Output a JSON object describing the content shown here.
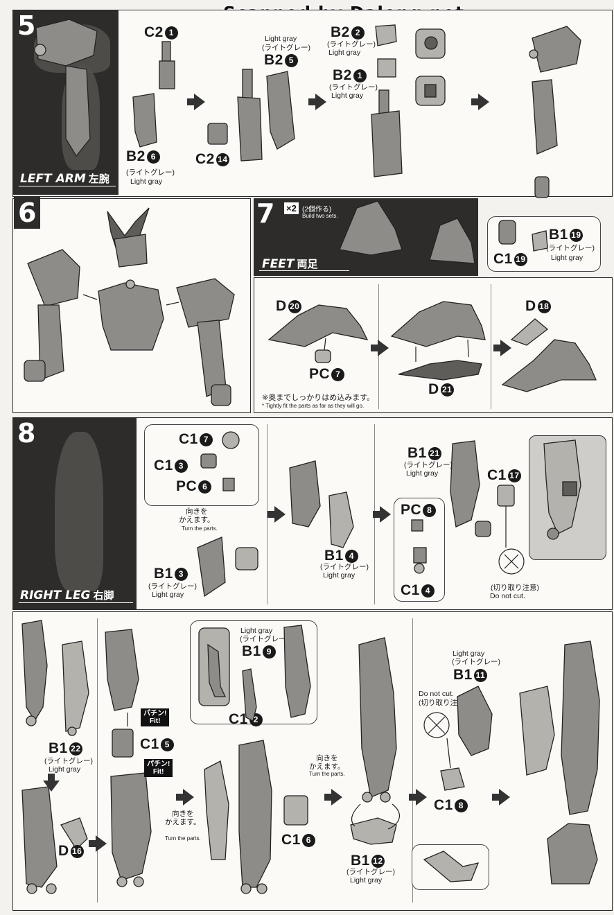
{
  "watermark": "Scanned by Dalong.net",
  "step5": {
    "number": "5",
    "label_en": "LEFT ARM",
    "label_jp": "左腕",
    "parts": {
      "c2_1": {
        "code": "C2",
        "num": "1"
      },
      "b2_6": {
        "code": "B2",
        "num": "6",
        "jp": "(ライトグレー)",
        "en": "Light gray"
      },
      "b2_5": {
        "code": "B2",
        "num": "5",
        "en": "Light gray",
        "jp": "(ライトグレー)"
      },
      "c2_14": {
        "code": "C2",
        "num": "14"
      },
      "b2_2": {
        "code": "B2",
        "num": "2",
        "jp": "(ライトグレー)",
        "en": "Light gray"
      },
      "b2_1": {
        "code": "B2",
        "num": "1",
        "jp": "(ライトグレー)",
        "en": "Light gray"
      },
      "b1_19": {
        "code": "B1",
        "num": "19",
        "jp": "(ライトグレー)",
        "en": "Light gray"
      },
      "c1_19": {
        "code": "C1",
        "num": "19"
      }
    }
  },
  "step6": {
    "number": "6"
  },
  "step7": {
    "number": "7",
    "label_en": "FEET",
    "label_jp": "両足",
    "x2": "×2",
    "build_jp": "(2個作る)",
    "build_en": "Build two sets.",
    "parts": {
      "d_20": {
        "code": "D",
        "num": "20"
      },
      "pc_7": {
        "code": "PC",
        "num": "7"
      },
      "d_21": {
        "code": "D",
        "num": "21"
      },
      "d_18": {
        "code": "D",
        "num": "18"
      }
    },
    "note_jp": "※奥までしっかりはめ込みます。",
    "note_en": "* Tightly fit the parts as far as they will go."
  },
  "step8": {
    "number": "8",
    "label_en": "RIGHT LEG",
    "label_jp": "右脚",
    "turn_jp": "向きを\nかえます。",
    "turn_en": "Turn the parts.",
    "do_not_cut_jp": "(切り取り注意)",
    "do_not_cut_en": "Do not cut.",
    "fit": "パチン!\nFit!",
    "parts": {
      "c1_7": {
        "code": "C1",
        "num": "7"
      },
      "c1_3": {
        "code": "C1",
        "num": "3"
      },
      "pc_6": {
        "code": "PC",
        "num": "6"
      },
      "b1_3": {
        "code": "B1",
        "num": "3",
        "jp": "(ライトグレー)",
        "en": "Light gray"
      },
      "b1_4": {
        "code": "B1",
        "num": "4",
        "jp": "(ライトグレー)",
        "en": "Light gray"
      },
      "b1_21": {
        "code": "B1",
        "num": "21",
        "jp": "(ライトグレー)",
        "en": "Light gray"
      },
      "c1_17": {
        "code": "C1",
        "num": "17"
      },
      "pc_8": {
        "code": "PC",
        "num": "8"
      },
      "c1_4": {
        "code": "C1",
        "num": "4"
      },
      "b1_22": {
        "code": "B1",
        "num": "22",
        "jp": "(ライトグレー)",
        "en": "Light gray"
      },
      "d_16": {
        "code": "D",
        "num": "16"
      },
      "c1_5": {
        "code": "C1",
        "num": "5"
      },
      "b1_9": {
        "code": "B1",
        "num": "9",
        "en": "Light gray",
        "jp": "(ライトグレー)"
      },
      "c1_2": {
        "code": "C1",
        "num": "2"
      },
      "c1_6": {
        "code": "C1",
        "num": "6"
      },
      "b1_12": {
        "code": "B1",
        "num": "12",
        "jp": "(ライトグレー)",
        "en": "Light gray"
      },
      "b1_11": {
        "code": "B1",
        "num": "11",
        "en": "Light gray",
        "jp": "(ライトグレー)"
      },
      "c1_8": {
        "code": "C1",
        "num": "8"
      }
    }
  }
}
